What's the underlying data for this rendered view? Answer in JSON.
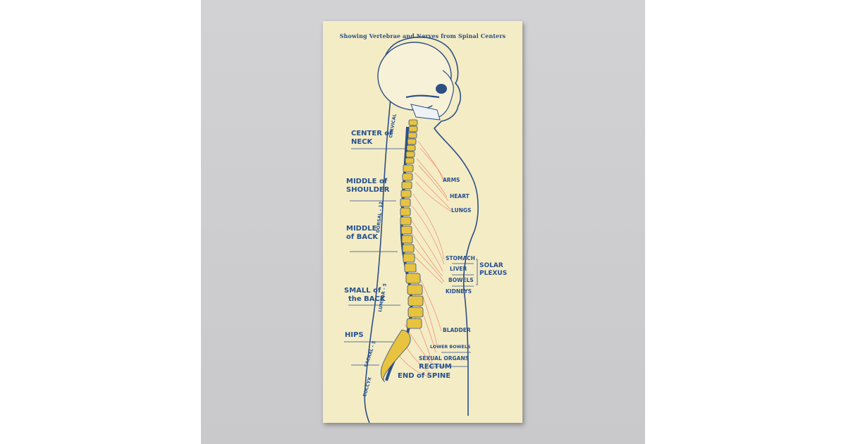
{
  "title": "Showing Vertebrae and Nerves from Spinal Centers",
  "regions_left": {
    "neck": [
      "CENTER of",
      "NECK"
    ],
    "shoulder": [
      "MIDDLE of",
      "SHOULDER"
    ],
    "back": [
      "MIDDLE",
      "of BACK"
    ],
    "small_back": [
      "SMALL of",
      "the BACK"
    ],
    "hips": "HIPS"
  },
  "spine_sections": {
    "cervical": "CERVICAL",
    "dorsal": "DORSAL - 12",
    "lumbar": "LUMBAR - 5",
    "sacral": "SACRAL - 5",
    "coccyx": "COCCYX"
  },
  "organs": {
    "arms": "ARMS",
    "heart": "HEART",
    "lungs": "LUNGS",
    "stomach": "STOMACH",
    "liver": "LIVER",
    "bowels": "BOWELS",
    "kidneys": "KIDNEYS",
    "bladder": "BLADDER",
    "lower_bowels": "LOWER BOWELS",
    "sexual_organs": "SEXUAL ORGANS",
    "rectum": "RECTUM",
    "end_of_spine": "END of SPINE"
  },
  "solar_plexus": [
    "SOLAR",
    "PLEXUS"
  ],
  "colors": {
    "paper": "#f4ecc5",
    "ink": "#25508f",
    "vertebrae": "#e8c33f",
    "nerves": "#e9624f",
    "wall": "#cfcfd1"
  }
}
